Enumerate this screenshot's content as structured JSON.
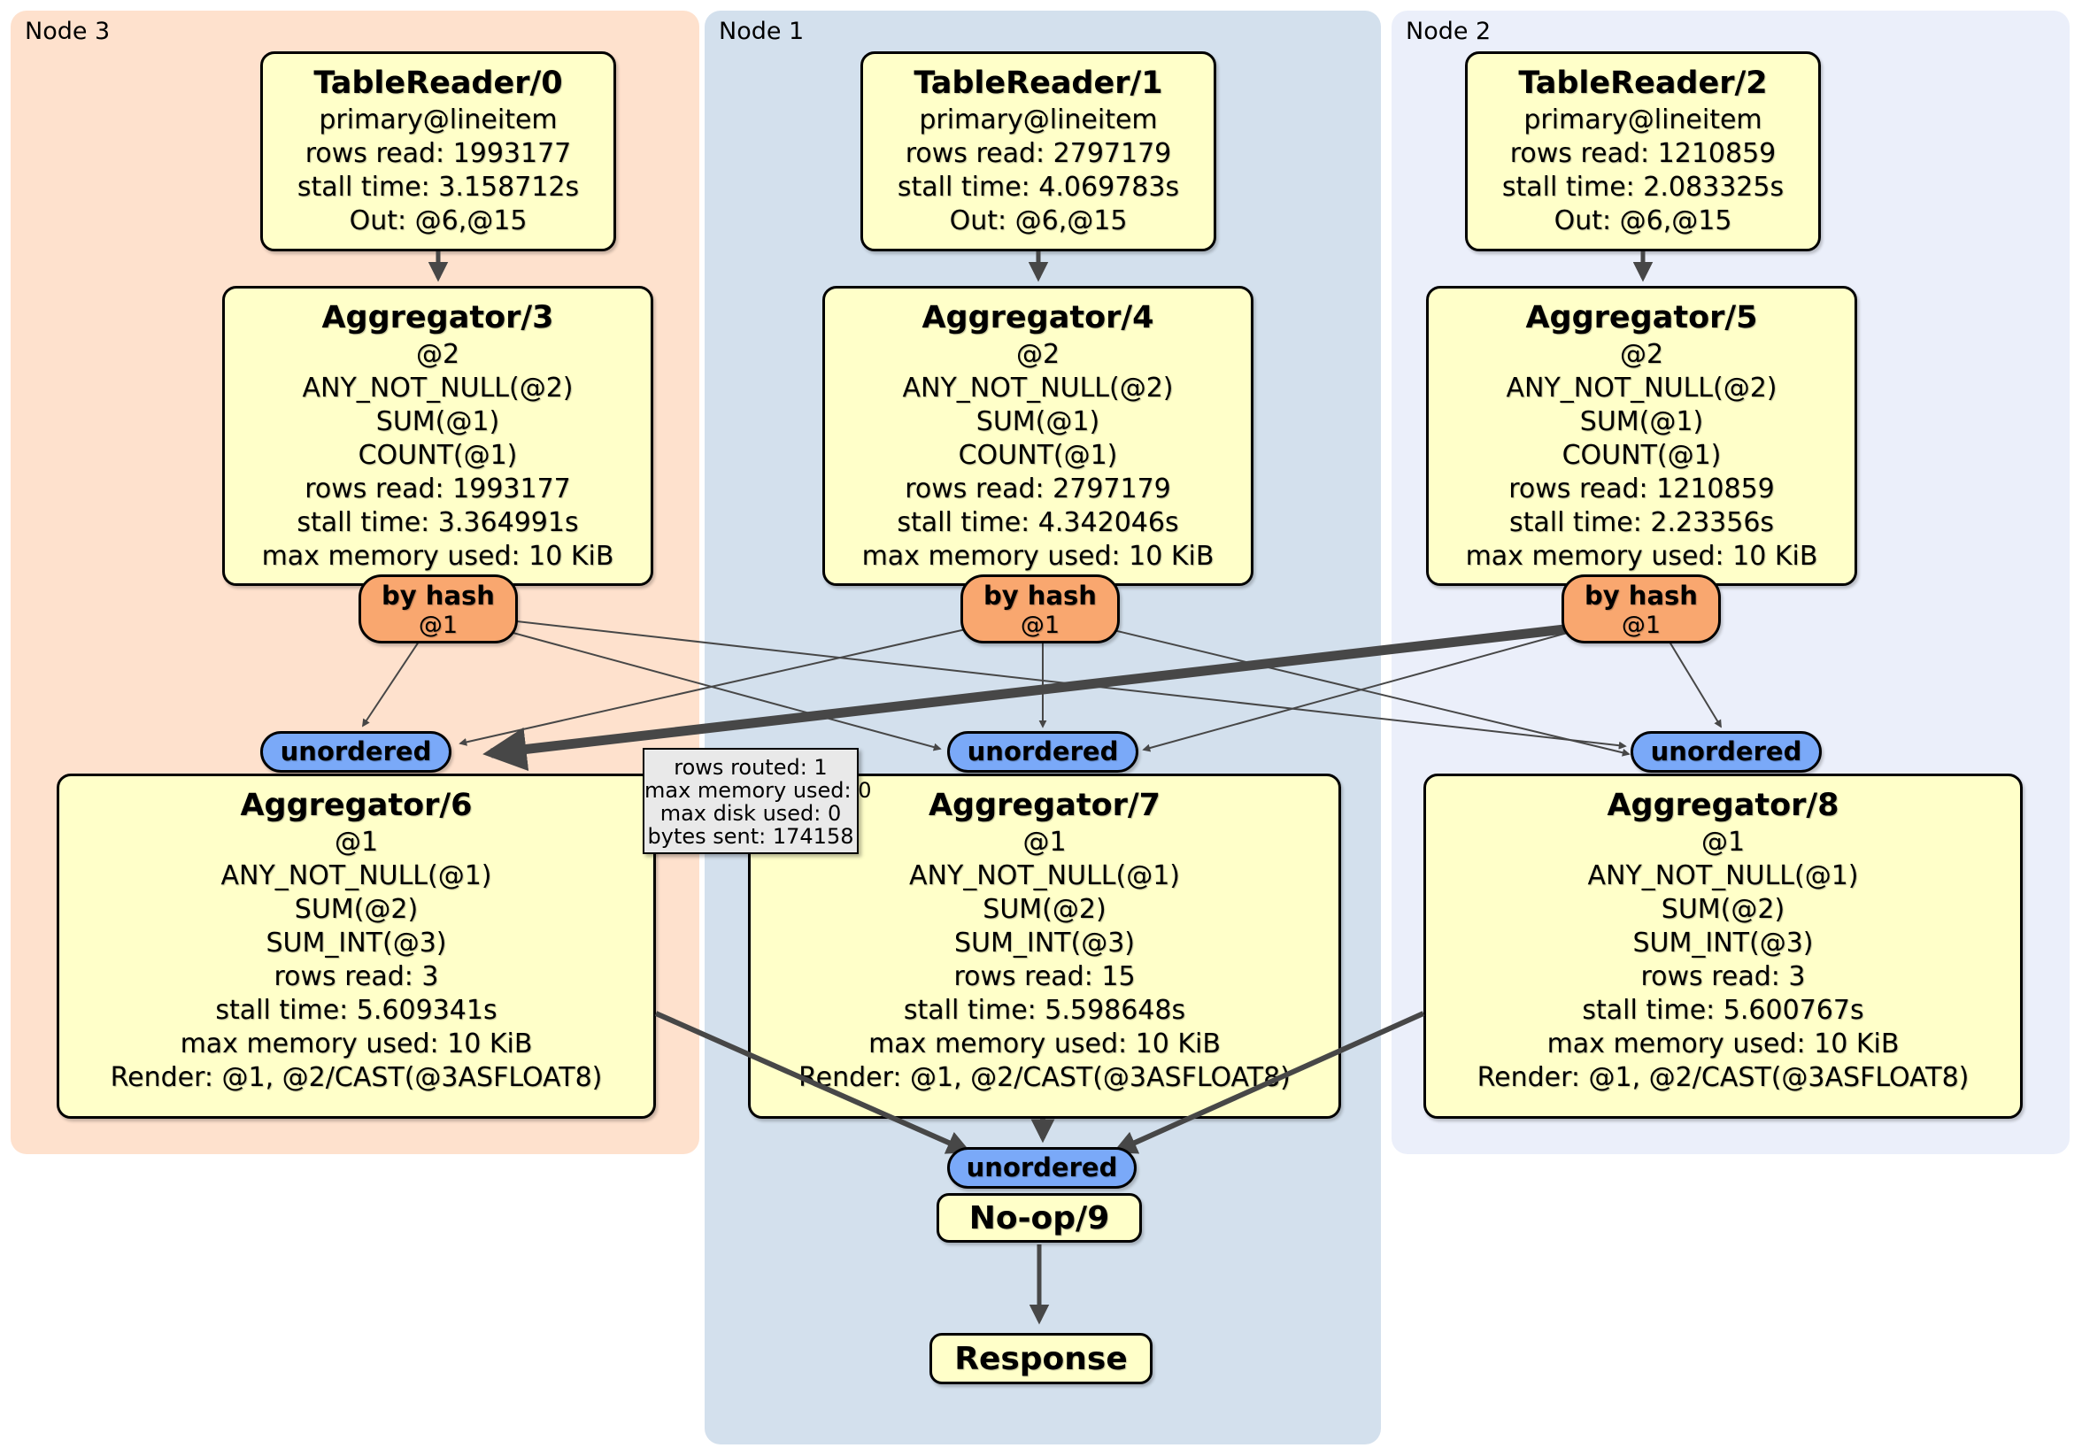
{
  "panels": [
    {
      "label": "Node 3",
      "reader": {
        "title": "TableReader/0",
        "lines": [
          "primary@lineitem",
          "rows read: 1993177",
          "stall time: 3.158712s",
          "Out: @6,@15"
        ]
      },
      "agg_top": {
        "title": "Aggregator/3",
        "lines": [
          "@2",
          "ANY_NOT_NULL(@2)",
          "SUM(@1)",
          "COUNT(@1)",
          "rows read: 1993177",
          "stall time: 3.364991s",
          "max memory used: 10 KiB"
        ]
      },
      "router": {
        "title": "by hash",
        "expr": "@1"
      },
      "stream": "unordered",
      "agg_bottom": {
        "title": "Aggregator/6",
        "lines": [
          "@1",
          "ANY_NOT_NULL(@1)",
          "SUM(@2)",
          "SUM_INT(@3)",
          "rows read: 3",
          "stall time: 5.609341s",
          "max memory used: 10 KiB",
          "Render: @1, @2/CAST(@3ASFLOAT8)"
        ]
      }
    },
    {
      "label": "Node 1",
      "reader": {
        "title": "TableReader/1",
        "lines": [
          "primary@lineitem",
          "rows read: 2797179",
          "stall time: 4.069783s",
          "Out: @6,@15"
        ]
      },
      "agg_top": {
        "title": "Aggregator/4",
        "lines": [
          "@2",
          "ANY_NOT_NULL(@2)",
          "SUM(@1)",
          "COUNT(@1)",
          "rows read: 2797179",
          "stall time: 4.342046s",
          "max memory used: 10 KiB"
        ]
      },
      "router": {
        "title": "by hash",
        "expr": "@1"
      },
      "stream": "unordered",
      "agg_bottom": {
        "title": "Aggregator/7",
        "lines": [
          "@1",
          "ANY_NOT_NULL(@1)",
          "SUM(@2)",
          "SUM_INT(@3)",
          "rows read: 15",
          "stall time: 5.598648s",
          "max memory used: 10 KiB",
          "Render: @1, @2/CAST(@3ASFLOAT8)"
        ]
      }
    },
    {
      "label": "Node 2",
      "reader": {
        "title": "TableReader/2",
        "lines": [
          "primary@lineitem",
          "rows read: 1210859",
          "stall time: 2.083325s",
          "Out: @6,@15"
        ]
      },
      "agg_top": {
        "title": "Aggregator/5",
        "lines": [
          "@2",
          "ANY_NOT_NULL(@2)",
          "SUM(@1)",
          "COUNT(@1)",
          "rows read: 1210859",
          "stall time: 2.23356s",
          "max memory used: 10 KiB"
        ]
      },
      "router": {
        "title": "by hash",
        "expr": "@1"
      },
      "stream": "unordered",
      "agg_bottom": {
        "title": "Aggregator/8",
        "lines": [
          "@1",
          "ANY_NOT_NULL(@1)",
          "SUM(@2)",
          "SUM_INT(@3)",
          "rows read: 3",
          "stall time: 5.600767s",
          "max memory used: 10 KiB",
          "Render: @1, @2/CAST(@3ASFLOAT8)"
        ]
      }
    }
  ],
  "edge_tooltip": {
    "lines": [
      "rows routed: 1",
      "max memory used: 0",
      "max disk used: 0",
      "bytes sent: 174158"
    ]
  },
  "final": {
    "stream": "unordered",
    "noop": "No-op/9",
    "response": "Response"
  },
  "colors": {
    "node3_bg": "#fee1cd",
    "node1_bg": "#d3e0ed",
    "node2_bg": "#ebeffa",
    "processor_bg": "#ffffc9",
    "router_bg": "#f9a76f",
    "stream_bg": "#7aa9f8",
    "tooltip_bg": "#e9e9e9",
    "edge": "#474747"
  }
}
